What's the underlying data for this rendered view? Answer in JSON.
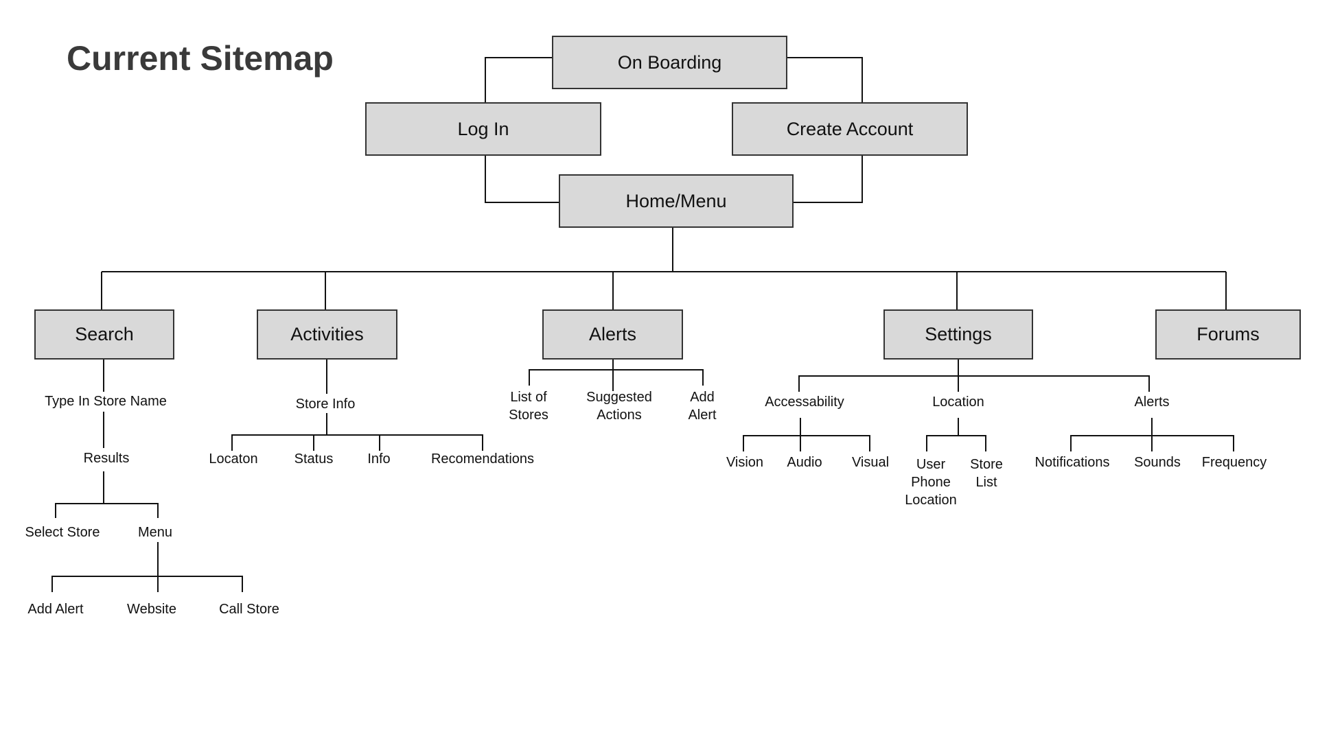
{
  "title": "Current Sitemap",
  "colors": {
    "box_fill": "#d9d9d9",
    "box_border": "#333333",
    "line": "#111111",
    "title": "#3a3a3a"
  },
  "top": {
    "onboarding": "On Boarding",
    "login": "Log In",
    "create_account": "Create Account",
    "home": "Home/Menu"
  },
  "sections": {
    "search": "Search",
    "activities": "Activities",
    "alerts": "Alerts",
    "settings": "Settings",
    "forums": "Forums"
  },
  "search": {
    "type_in": "Type In Store Name",
    "results": "Results",
    "select_store": "Select Store",
    "menu": "Menu",
    "add_alert": "Add Alert",
    "website": "Website",
    "call_store": "Call Store"
  },
  "activities": {
    "store_info": "Store Info",
    "location": "Locaton",
    "status": "Status",
    "info": "Info",
    "recommendations": "Recomendations"
  },
  "alerts": {
    "list_of_stores": "List of\nStores",
    "suggested_actions": "Suggested\nActions",
    "add_alert": "Add\nAlert"
  },
  "settings": {
    "accessability": "Accessability",
    "location": "Location",
    "alerts": "Alerts",
    "vision": "Vision",
    "audio": "Audio",
    "visual": "Visual",
    "user_phone_location": "User\nPhone\nLocation",
    "store_list": "Store\nList",
    "notifications": "Notifications",
    "sounds": "Sounds",
    "frequency": "Frequency"
  }
}
